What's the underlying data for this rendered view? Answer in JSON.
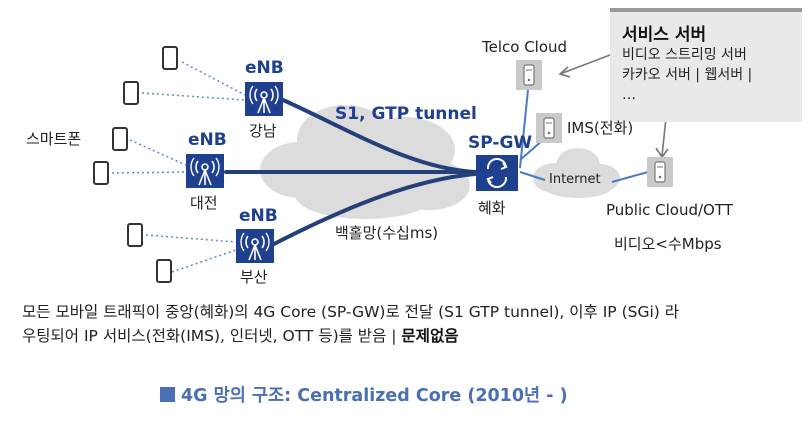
{
  "enb": [
    {
      "label": "eNB",
      "city": "강남"
    },
    {
      "label": "eNB",
      "city": "대전"
    },
    {
      "label": "eNB",
      "city": "부산"
    }
  ],
  "smartphone_label": "스마트폰",
  "tunnel_label": "S1, GTP tunnel",
  "backhaul_label": "백홀망(수십ms)",
  "spgw": {
    "label": "SP-GW",
    "city": "혜화"
  },
  "telco_cloud_label": "Telco Cloud",
  "ims_label": "IMS(전화)",
  "internet_label": "Internet",
  "public_cloud_label": "Public Cloud/OTT",
  "video_speed_label": "비디오<수Mbps",
  "callout": {
    "title": "서비스 서버",
    "lines": [
      "비디오 스트리밍 서버",
      "카카오 서버 | 웹서버 |",
      "…"
    ]
  },
  "description": {
    "line1": "모든 모바일 트래픽이 중앙(혜화)의 4G Core (SP-GW)로 전달 (S1 GTP tunnel), 이후 IP (SGi) 라",
    "line2_prefix": "우팅되어 IP 서비스(전화(IMS), 인터넷, OTT 등)를 받음 | ",
    "line2_bold": "문제없음"
  },
  "caption": {
    "prefix": "4G 망의 구조",
    "suffix": ": Centralized Core (2010년 - )"
  },
  "colors": {
    "accent_blue": "#1f3f8f",
    "caption_blue": "#4a6fb5",
    "dotted_link": "#5b8ac9",
    "cloud_gray": "#dcdcdc"
  }
}
